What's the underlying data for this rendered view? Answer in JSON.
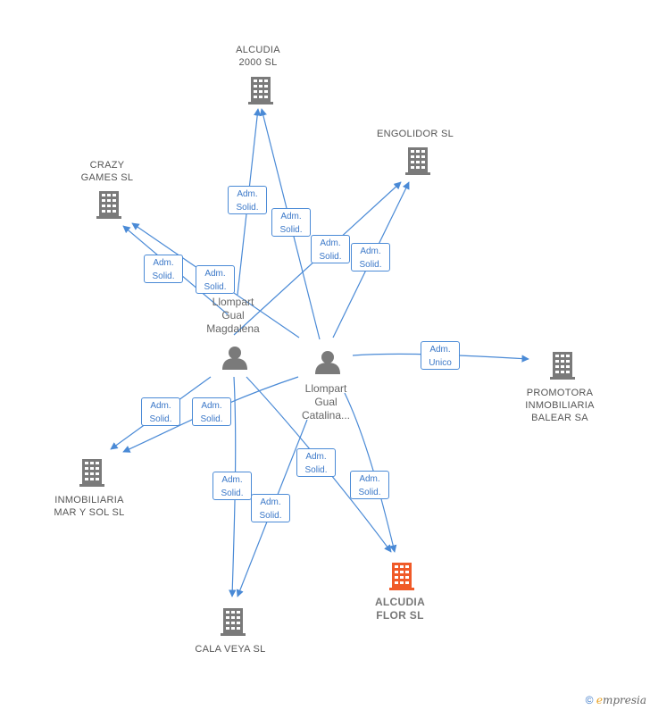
{
  "companies": [
    {
      "id": "alcudia2000",
      "label": "ALCUDIA\n2000 SL",
      "focus": false
    },
    {
      "id": "engolidor",
      "label": "ENGOLIDOR SL",
      "focus": false
    },
    {
      "id": "crazygames",
      "label": "CRAZY\nGAMES SL",
      "focus": false
    },
    {
      "id": "promotora",
      "label": "PROMOTORA\nINMOBILIARIA\nBALEAR SA",
      "focus": false
    },
    {
      "id": "marysol",
      "label": "INMOBILIARIA\nMAR Y SOL SL",
      "focus": false
    },
    {
      "id": "alcudiaflor",
      "label": "ALCUDIA\nFLOR SL",
      "focus": true
    },
    {
      "id": "calaveya",
      "label": "CALA VEYA SL",
      "focus": false
    }
  ],
  "persons": [
    {
      "id": "magdalena",
      "label": "Llompart\nGual\nMagdalena"
    },
    {
      "id": "catalina",
      "label": "Llompart\nGual\nCatalina..."
    }
  ],
  "relations": [
    {
      "id": "r1",
      "line1": "Adm.",
      "line2": "Solid."
    },
    {
      "id": "r2",
      "line1": "Adm.",
      "line2": "Solid."
    },
    {
      "id": "r3",
      "line1": "Adm.",
      "line2": "Solid."
    },
    {
      "id": "r4",
      "line1": "Adm.",
      "line2": "Solid."
    },
    {
      "id": "r5",
      "line1": "Adm.",
      "line2": "Solid."
    },
    {
      "id": "r6",
      "line1": "Adm.",
      "line2": "Solid."
    },
    {
      "id": "r7",
      "line1": "Adm.",
      "line2": "Unico"
    },
    {
      "id": "r8",
      "line1": "Adm.",
      "line2": "Solid."
    },
    {
      "id": "r9",
      "line1": "Adm.",
      "line2": "Solid."
    },
    {
      "id": "r10",
      "line1": "Adm.",
      "line2": "Solid."
    },
    {
      "id": "r11",
      "line1": "Adm.",
      "line2": "Solid."
    },
    {
      "id": "r12",
      "line1": "Adm.",
      "line2": "Solid."
    },
    {
      "id": "r13",
      "line1": "Adm.",
      "line2": "Solid."
    }
  ],
  "colors": {
    "edge": "#4a8ad6",
    "company": "#7a7a7a",
    "focus_company": "#f05a28",
    "person": "#7a7a7a"
  },
  "footer": {
    "symbol": "©",
    "brand_initial": "e",
    "brand_rest": "mpresia"
  }
}
